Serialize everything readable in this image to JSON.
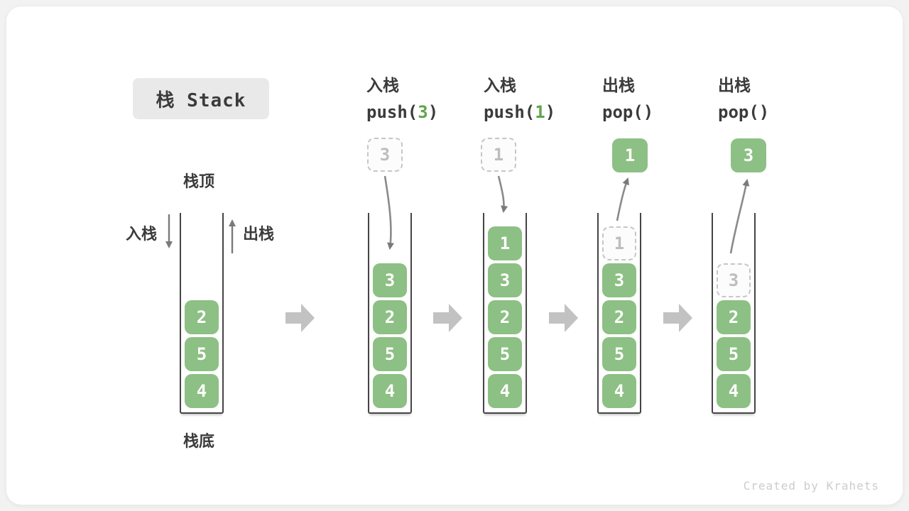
{
  "title": "栈 Stack",
  "footer": "Created by Krahets",
  "labels": {
    "stack_top": "栈顶",
    "stack_bottom": "栈底",
    "push_side": "入栈",
    "pop_side": "出栈"
  },
  "colors": {
    "cell_green": "#8dc084",
    "code_arg_green": "#5fa54b",
    "flow_arrow_gray": "#c2c2c2",
    "curve_arrow_gray": "#8a8a8a",
    "text_dark": "#3b3b3b",
    "ghost_border_gray": "#c6c6c6",
    "title_badge_bg": "#e9e9e9",
    "footer_gray": "#cccccc"
  },
  "columns": [
    {
      "name": "initial",
      "header": null,
      "floating": null,
      "cells": [
        {
          "v": "2"
        },
        {
          "v": "5"
        },
        {
          "v": "4"
        }
      ]
    },
    {
      "name": "push-3",
      "header": {
        "cn": "入栈",
        "code_pre": "push(",
        "code_arg": "3",
        "code_post": ")"
      },
      "floating": {
        "value": "3",
        "variant": "dashed"
      },
      "cells": [
        {
          "v": "3"
        },
        {
          "v": "2"
        },
        {
          "v": "5"
        },
        {
          "v": "4"
        }
      ]
    },
    {
      "name": "push-1",
      "header": {
        "cn": "入栈",
        "code_pre": "push(",
        "code_arg": "1",
        "code_post": ")"
      },
      "floating": {
        "value": "1",
        "variant": "dashed"
      },
      "cells": [
        {
          "v": "1"
        },
        {
          "v": "3"
        },
        {
          "v": "2"
        },
        {
          "v": "5"
        },
        {
          "v": "4"
        }
      ]
    },
    {
      "name": "pop-1",
      "header": {
        "cn": "出栈",
        "code_pre": "pop()",
        "code_arg": "",
        "code_post": ""
      },
      "floating": {
        "value": "1",
        "variant": "solid"
      },
      "cells": [
        {
          "v": "1",
          "ghost": true
        },
        {
          "v": "3"
        },
        {
          "v": "2"
        },
        {
          "v": "5"
        },
        {
          "v": "4"
        }
      ]
    },
    {
      "name": "pop-3",
      "header": {
        "cn": "出栈",
        "code_pre": "pop()",
        "code_arg": "",
        "code_post": ""
      },
      "floating": {
        "value": "3",
        "variant": "solid"
      },
      "cells": [
        {
          "v": "3",
          "ghost": true
        },
        {
          "v": "2"
        },
        {
          "v": "5"
        },
        {
          "v": "4"
        }
      ]
    }
  ]
}
